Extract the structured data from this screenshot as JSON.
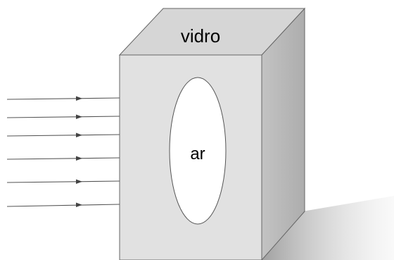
{
  "labels": {
    "box": "vidro",
    "cavity": "ar"
  },
  "colors": {
    "front_face": "#e0e0e0",
    "top_face": "#d4d4d4",
    "side_face": "#b7b7b7",
    "shadow": "#9a9a9a",
    "outline": "#555555",
    "ray": "#555555",
    "cavity_fill": "#ffffff"
  },
  "rays": {
    "count": 6
  }
}
